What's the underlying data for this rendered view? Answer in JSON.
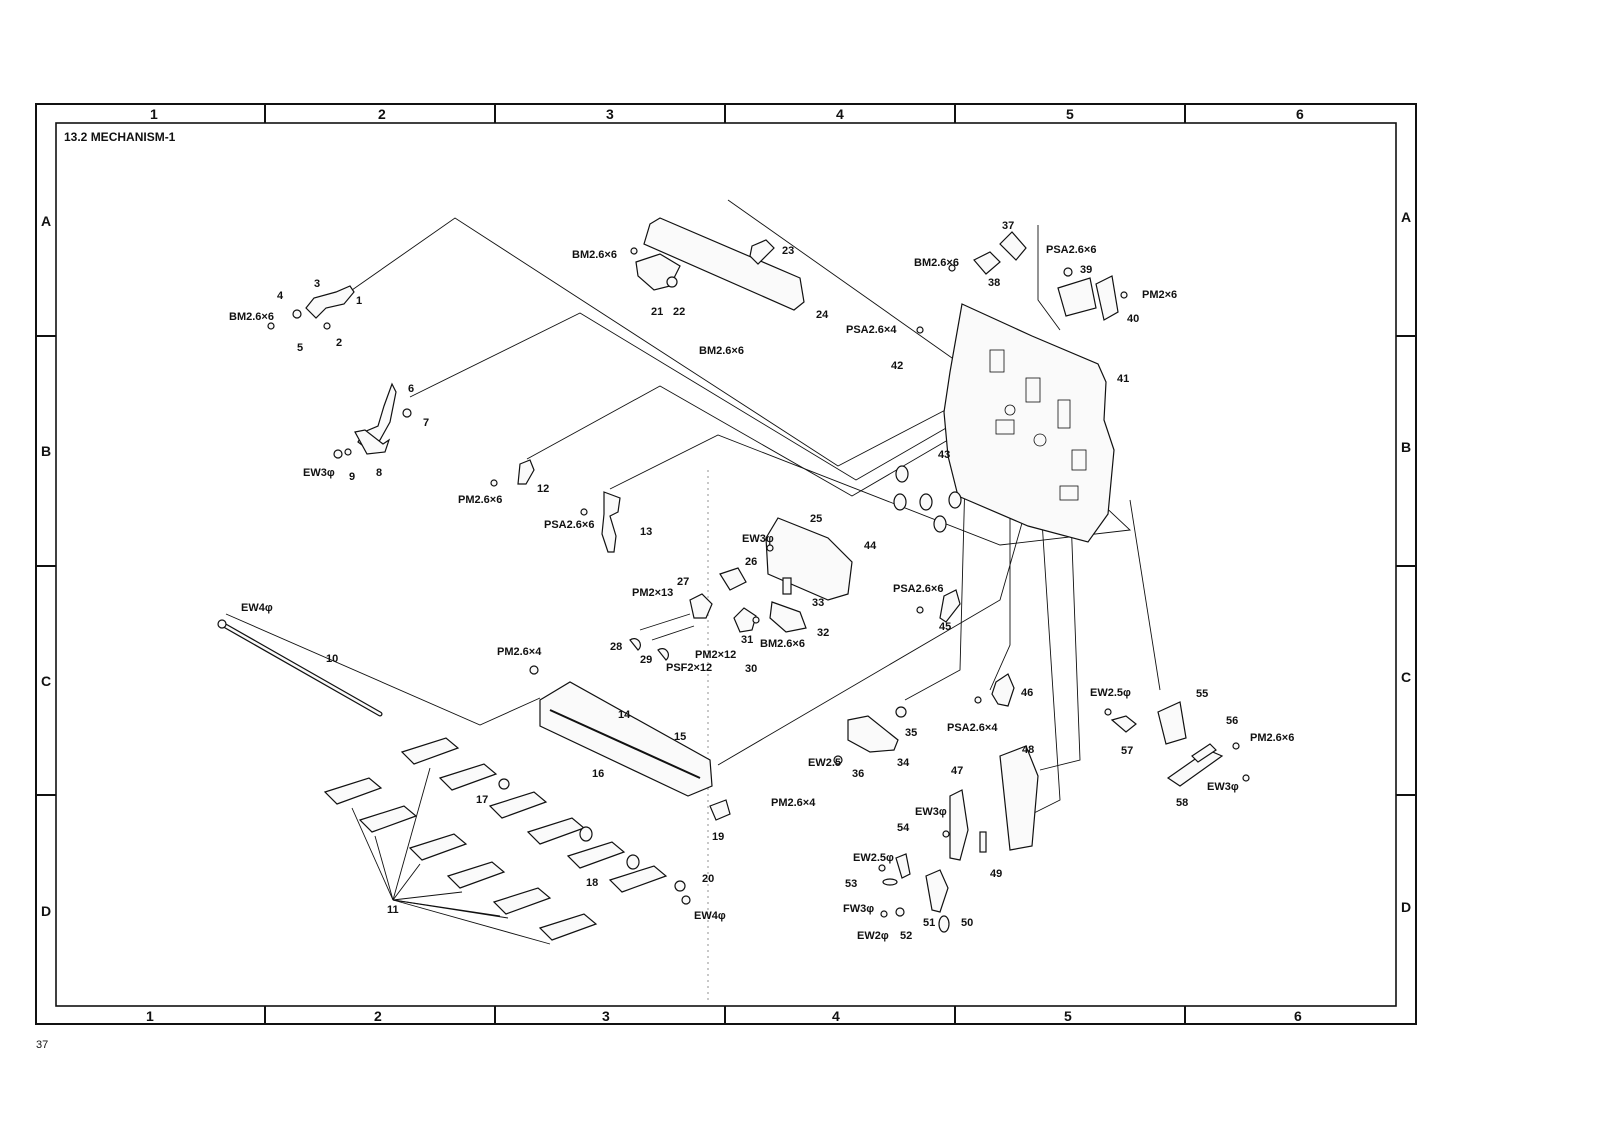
{
  "section_title": "13.2  MECHANISM-1",
  "page_number": "37",
  "grid": {
    "columns": [
      "1",
      "2",
      "3",
      "4",
      "5",
      "6"
    ],
    "rows": [
      "A",
      "B",
      "C",
      "D"
    ]
  },
  "labels": {
    "p1": "1",
    "p2": "2",
    "p3": "3",
    "p4": "4",
    "p5": "5",
    "bm_a": "BM2.6×6",
    "p6": "6",
    "p7": "7",
    "p8": "8",
    "p9": "9",
    "ew3_a": "EW3φ",
    "p12": "12",
    "pm26x6_a": "PM2.6×6",
    "p13": "13",
    "psa26x6_a": "PSA2.6×6",
    "p10": "10",
    "ew4_a": "EW4φ",
    "p21": "21",
    "p22": "22",
    "p23": "23",
    "p24": "24",
    "bm_b": "BM2.6×6",
    "bm_c": "BM2.6×6",
    "p37": "37",
    "p38": "38",
    "bm_d": "BM2.6×6",
    "psa26x6_b": "PSA2.6×6",
    "p39": "39",
    "pm2x6": "PM2×6",
    "p40": "40",
    "psa26x4_a": "PSA2.6×4",
    "p42": "42",
    "p41": "41",
    "p43": "43",
    "p44": "44",
    "p25": "25",
    "ew3_b": "EW3φ",
    "p26": "26",
    "p27": "27",
    "pm2x13": "PM2×13",
    "p28": "28",
    "p29": "29",
    "psf2x12": "PSF2×12",
    "pm2x12": "PM2×12",
    "p30": "30",
    "p31": "31",
    "bm_e": "BM2.6×6",
    "p32": "32",
    "p33": "33",
    "psa26x6_c": "PSA2.6×6",
    "p45": "45",
    "p46": "46",
    "psa26x4_b": "PSA2.6×4",
    "pm26x4_a": "PM2.6×4",
    "p14": "14",
    "p15": "15",
    "p16": "16",
    "p17": "17",
    "p18": "18",
    "p19": "19",
    "pm26x4_b": "PM2.6×4",
    "p20": "20",
    "ew4_b": "EW4φ",
    "p11": "11",
    "p35": "35",
    "p34": "34",
    "ew25_a": "EW2.5",
    "p36": "36",
    "p47": "47",
    "p48": "48",
    "ew3_c": "EW3φ",
    "p54": "54",
    "ew25_b": "EW2.5φ",
    "p53": "53",
    "fw3": "FW3φ",
    "ew2": "EW2φ",
    "p52": "52",
    "p51": "51",
    "p50": "50",
    "p49": "49",
    "ew25_c": "EW2.5φ",
    "p55": "55",
    "p57": "57",
    "p56": "56",
    "pm26x6_b": "PM2.6×6",
    "ew3_d": "EW3φ",
    "p58": "58"
  }
}
